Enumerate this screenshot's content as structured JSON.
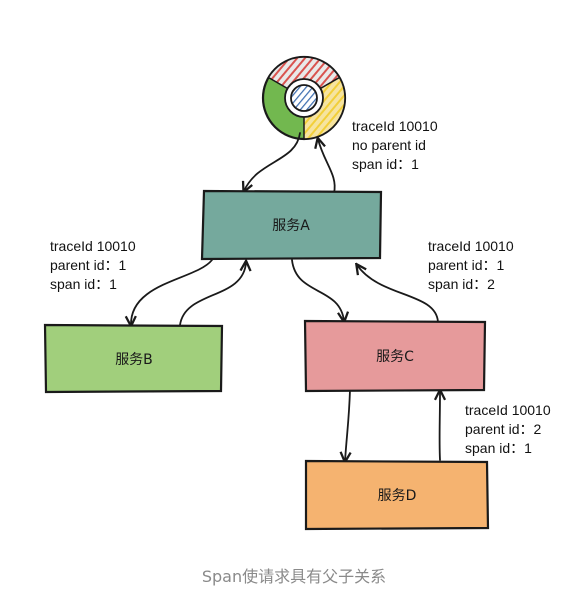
{
  "nodes": {
    "a": {
      "label": "服务A",
      "color": "#75a99d"
    },
    "b": {
      "label": "服务B",
      "color": "#a1cf7c"
    },
    "c": {
      "label": "服务C",
      "color": "#e69a9b"
    },
    "d": {
      "label": "服务D",
      "color": "#f5b370"
    }
  },
  "annotations": {
    "browser_to_a": [
      "traceId 10010",
      "no parent id",
      "span id：1"
    ],
    "a_to_b": [
      "traceId 10010",
      "parent id：1",
      "span id：1"
    ],
    "a_to_c": [
      "traceId 10010",
      "parent id：1",
      "span id：2"
    ],
    "c_to_d": [
      "traceId 10010",
      "parent id：2",
      "span id：1"
    ]
  },
  "caption": "Span使请求具有父子关系",
  "colors": {
    "stroke": "#1a1a1a",
    "chrome_red": "#d9534f",
    "chrome_yellow": "#f2cf3a",
    "chrome_green": "#72b84f",
    "chrome_blue": "#3f6fb0"
  }
}
